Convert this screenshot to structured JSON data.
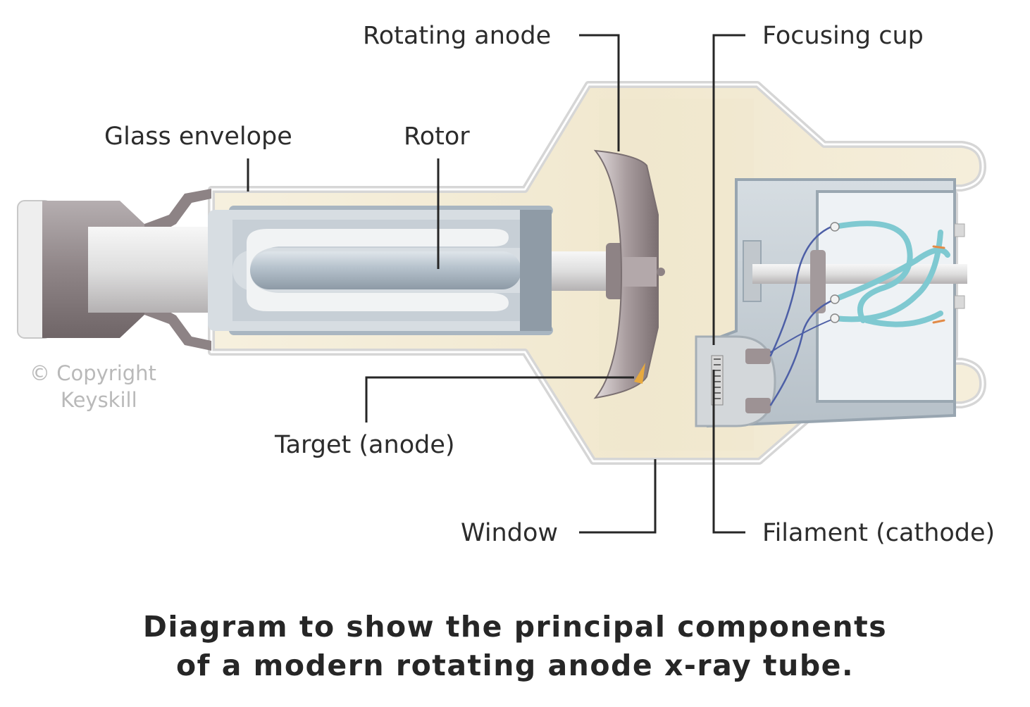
{
  "labels": {
    "rotating_anode": "Rotating anode",
    "focusing_cup": "Focusing cup",
    "glass_envelope": "Glass envelope",
    "rotor": "Rotor",
    "target_anode": "Target (anode)",
    "window": "Window",
    "filament_cathode": "Filament (cathode)"
  },
  "copyright": {
    "line1": "© Copyright",
    "line2": "Keyskill"
  },
  "caption": {
    "line1": "Diagram to show the principal components",
    "line2": "of a modern rotating anode x-ray tube."
  },
  "colors": {
    "envelope_fill": "#f3ecd6",
    "envelope_outline": "#dcdcdc",
    "metal_dark": "#918588",
    "metal_light": "#c2bbbd",
    "rotor_blue": "#a9b7c3",
    "cathode_box": "#c9d2d9",
    "wire_teal": "#7ec7cf",
    "leader_line": "#262626"
  }
}
